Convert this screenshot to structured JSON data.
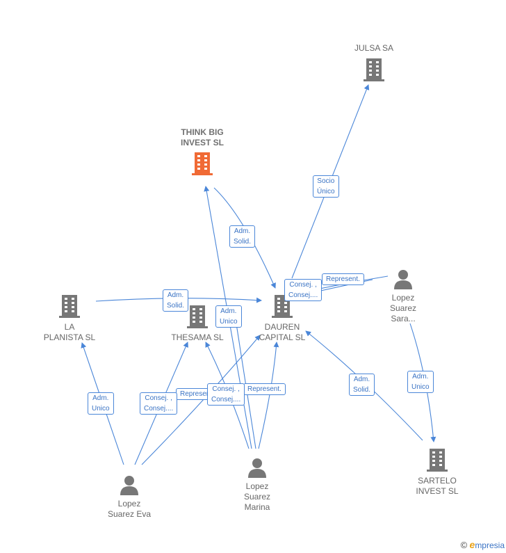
{
  "colors": {
    "edge": "#4a86d8",
    "company_icon": "#777777",
    "focus_icon": "#f06a35",
    "person_icon": "#777777"
  },
  "nodes": [
    {
      "id": "julsa",
      "type": "company",
      "label": "JULSA SA"
    },
    {
      "id": "thinkbig",
      "type": "focus",
      "label": "THINK BIG\nINVEST  SL"
    },
    {
      "id": "laplanista",
      "type": "company",
      "label": "LA\nPLANISTA  SL"
    },
    {
      "id": "thesama",
      "type": "company",
      "label": "THESAMA  SL"
    },
    {
      "id": "dauren",
      "type": "company",
      "label": "DAUREN\nCAPITAL  SL"
    },
    {
      "id": "sara",
      "type": "person",
      "label": "Lopez\nSuarez\nSara..."
    },
    {
      "id": "sartelo",
      "type": "company",
      "label": "SARTELO\nINVEST  SL"
    },
    {
      "id": "eva",
      "type": "person",
      "label": "Lopez\nSuarez Eva"
    },
    {
      "id": "marina",
      "type": "person",
      "label": "Lopez\nSuarez\nMarina"
    }
  ],
  "edge_labels": [
    {
      "id": "socio",
      "text": "Socio\nÚnico"
    },
    {
      "id": "admsolid1",
      "text": "Adm.\nSolid."
    },
    {
      "id": "consej1",
      "text": "Consej. ,\nConsej...."
    },
    {
      "id": "represent1",
      "text": "Represent."
    },
    {
      "id": "admsolid2",
      "text": "Adm.\nSolid."
    },
    {
      "id": "admunico1",
      "text": "Adm.\nUnico"
    },
    {
      "id": "admunico2",
      "text": "Adm.\nUnico"
    },
    {
      "id": "consej2",
      "text": "Consej. ,\nConsej...."
    },
    {
      "id": "represent2",
      "text": "Represent."
    },
    {
      "id": "consej3",
      "text": "Consej. ,\nConsej...."
    },
    {
      "id": "represent3",
      "text": "Represent."
    },
    {
      "id": "admsolid3",
      "text": "Adm.\nSolid."
    },
    {
      "id": "admunico3",
      "text": "Adm.\nUnico"
    }
  ],
  "watermark": {
    "copyright": "©",
    "brand_initial": "e",
    "brand_rest": "mpresia"
  }
}
